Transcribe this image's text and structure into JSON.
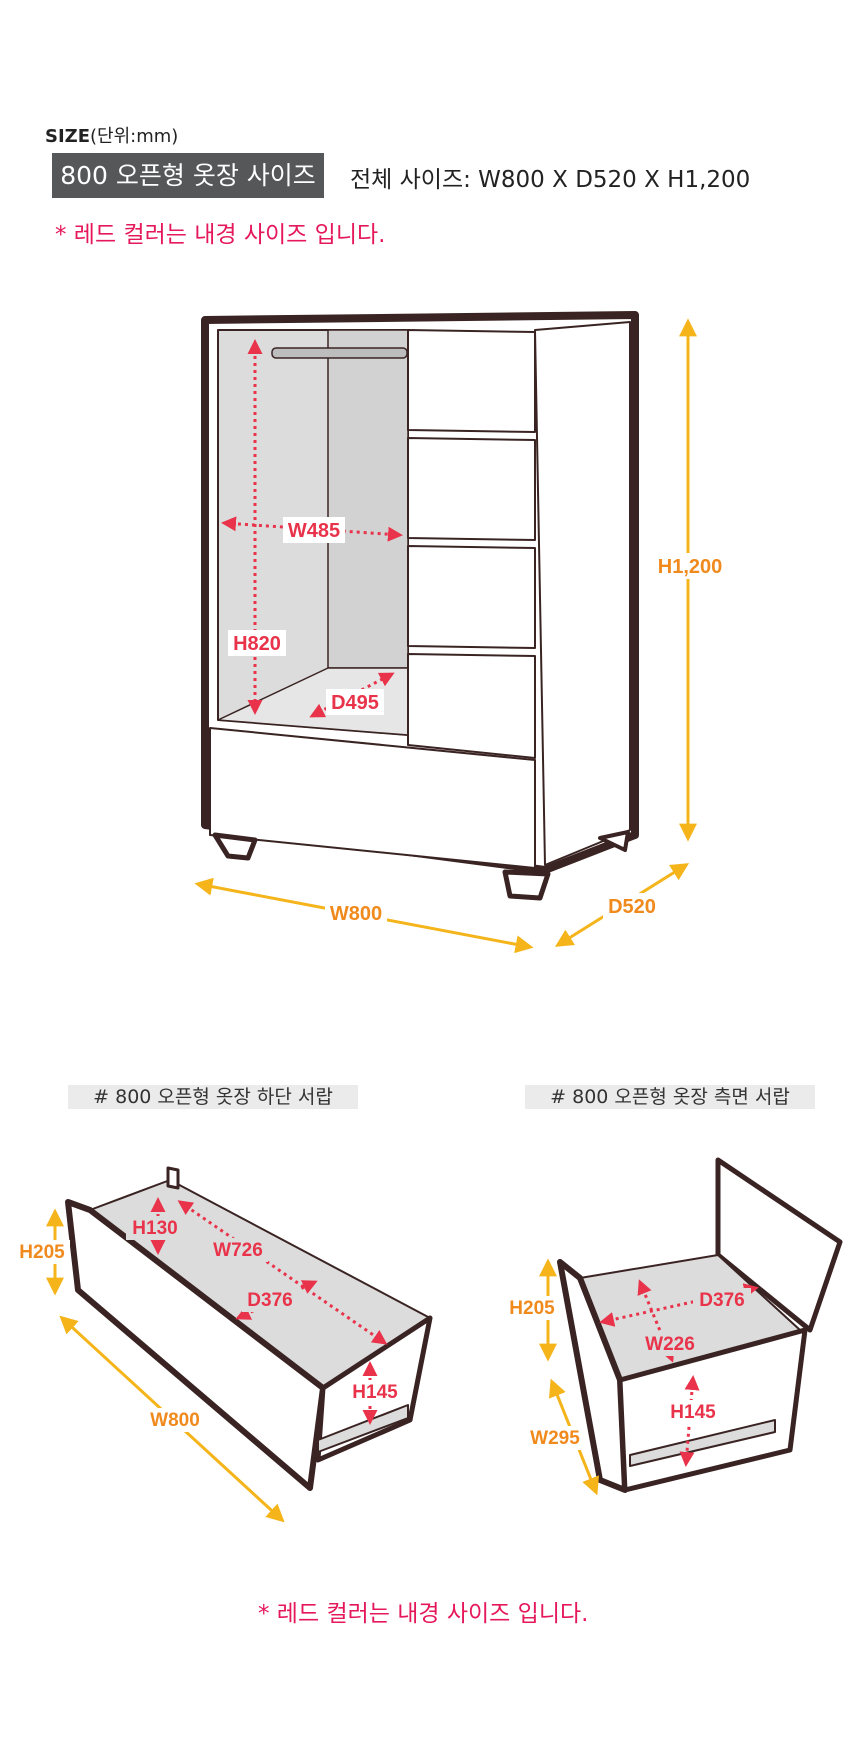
{
  "header": {
    "size_bold": "SIZE",
    "size_unit": "(단위:mm)",
    "title": "800 오픈형 옷장 사이즈",
    "total_size": "전체 사이즈: W800 X D520 X H1,200",
    "note": "* 레드 컬러는 내경 사이즈 입니다."
  },
  "main_diagram": {
    "inner_width": "W485",
    "inner_height": "H820",
    "inner_depth": "D495",
    "width": "W800",
    "depth": "D520",
    "height": "H1,200"
  },
  "drawer_bottom": {
    "label": "# 800 오픈형 옷장 하단 서랍",
    "inner_h1": "H130",
    "inner_w": "W726",
    "inner_d": "D376",
    "inner_h2": "H145",
    "height": "H205",
    "width": "W800"
  },
  "drawer_side": {
    "label": "# 800 오픈형 옷장 측면 서랍",
    "inner_d": "D376",
    "inner_w": "W226",
    "inner_h": "H145",
    "height": "H205",
    "width": "W295"
  },
  "footer_note": "* 레드 컬러는 내경 사이즈 입니다.",
  "colors": {
    "inner_dimension": "#e8334a",
    "outer_dimension": "#f4b41a",
    "outer_label": "#f08a1d",
    "outline": "#3a2423",
    "panel": "#dcdcdc",
    "title_bg": "#555759"
  }
}
